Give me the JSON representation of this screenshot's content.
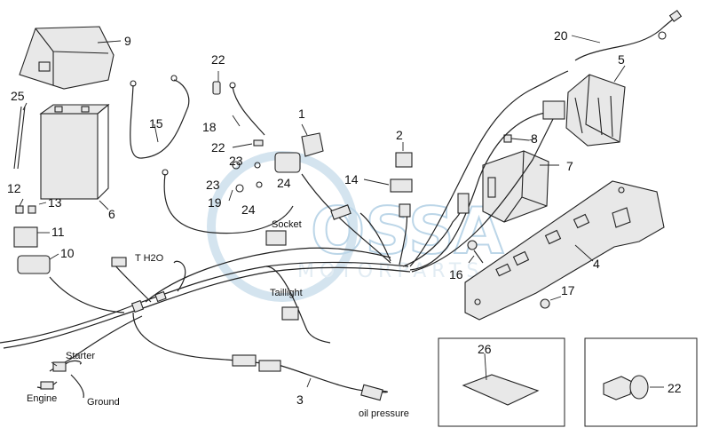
{
  "watermark": {
    "logo_text": "OSSA",
    "sub_text": "MOTORPARTS"
  },
  "callouts": {
    "c1": "1",
    "c2": "2",
    "c3": "3",
    "c4": "4",
    "c5": "5",
    "c6": "6",
    "c7": "7",
    "c8": "8",
    "c9": "9",
    "c10": "10",
    "c11": "11",
    "c12": "12",
    "c13": "13",
    "c14": "14",
    "c15": "15",
    "c16": "16",
    "c17": "17",
    "c18": "18",
    "c19": "19",
    "c20": "20",
    "c22a": "22",
    "c22b": "22",
    "c22c": "22",
    "c23a": "23",
    "c23b": "23",
    "c24a": "24",
    "c24b": "24",
    "c25": "25",
    "c26": "26"
  },
  "labels": {
    "socket": "Socket",
    "t_h2o": "T  H2O",
    "taillight": "Taillight",
    "starter": "Starter",
    "engine": "Engine",
    "ground": "Ground",
    "oil_pressure": "oil pressure"
  }
}
